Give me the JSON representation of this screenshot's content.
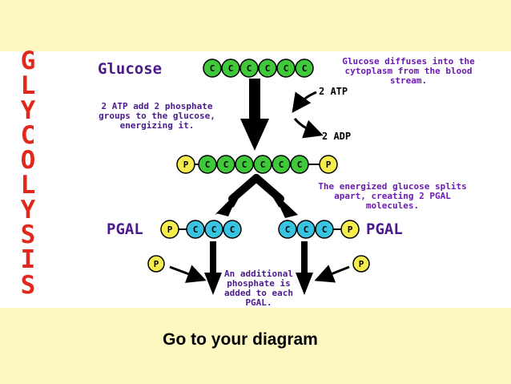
{
  "side_title": [
    "G",
    "L",
    "Y",
    "C",
    "O",
    "L",
    "Y",
    "S",
    "I",
    "S"
  ],
  "labels": {
    "glucose": "Glucose",
    "pgal_left": "PGAL",
    "pgal_right": "PGAL",
    "atp": "2 ATP",
    "adp": "2 ADP"
  },
  "notes": {
    "diffuse": [
      "Glucose diffuses into the",
      "cytoplasm from the blood",
      "stream."
    ],
    "atp": [
      "2 ATP add 2 phosphate",
      "groups to the glucose,",
      "energizing it."
    ],
    "split": [
      "The energized glucose splits",
      "apart, creating 2 PGAL",
      "molecules."
    ],
    "phosphate": [
      "An additional",
      "phosphate is",
      "added to each",
      "PGAL."
    ]
  },
  "atoms": {
    "carbon": "C",
    "phosphate": "P"
  },
  "colors": {
    "side_title": "#e0281c",
    "heading": "#4a1a8c",
    "note": "#6a1bb0",
    "carbon_green": "#3ec83a",
    "carbon_cyan": "#38c4e0",
    "phosphate": "#f6ec4c",
    "background": "#fdf8c0",
    "panel": "#ffffff"
  },
  "caption": "Go to your diagram"
}
